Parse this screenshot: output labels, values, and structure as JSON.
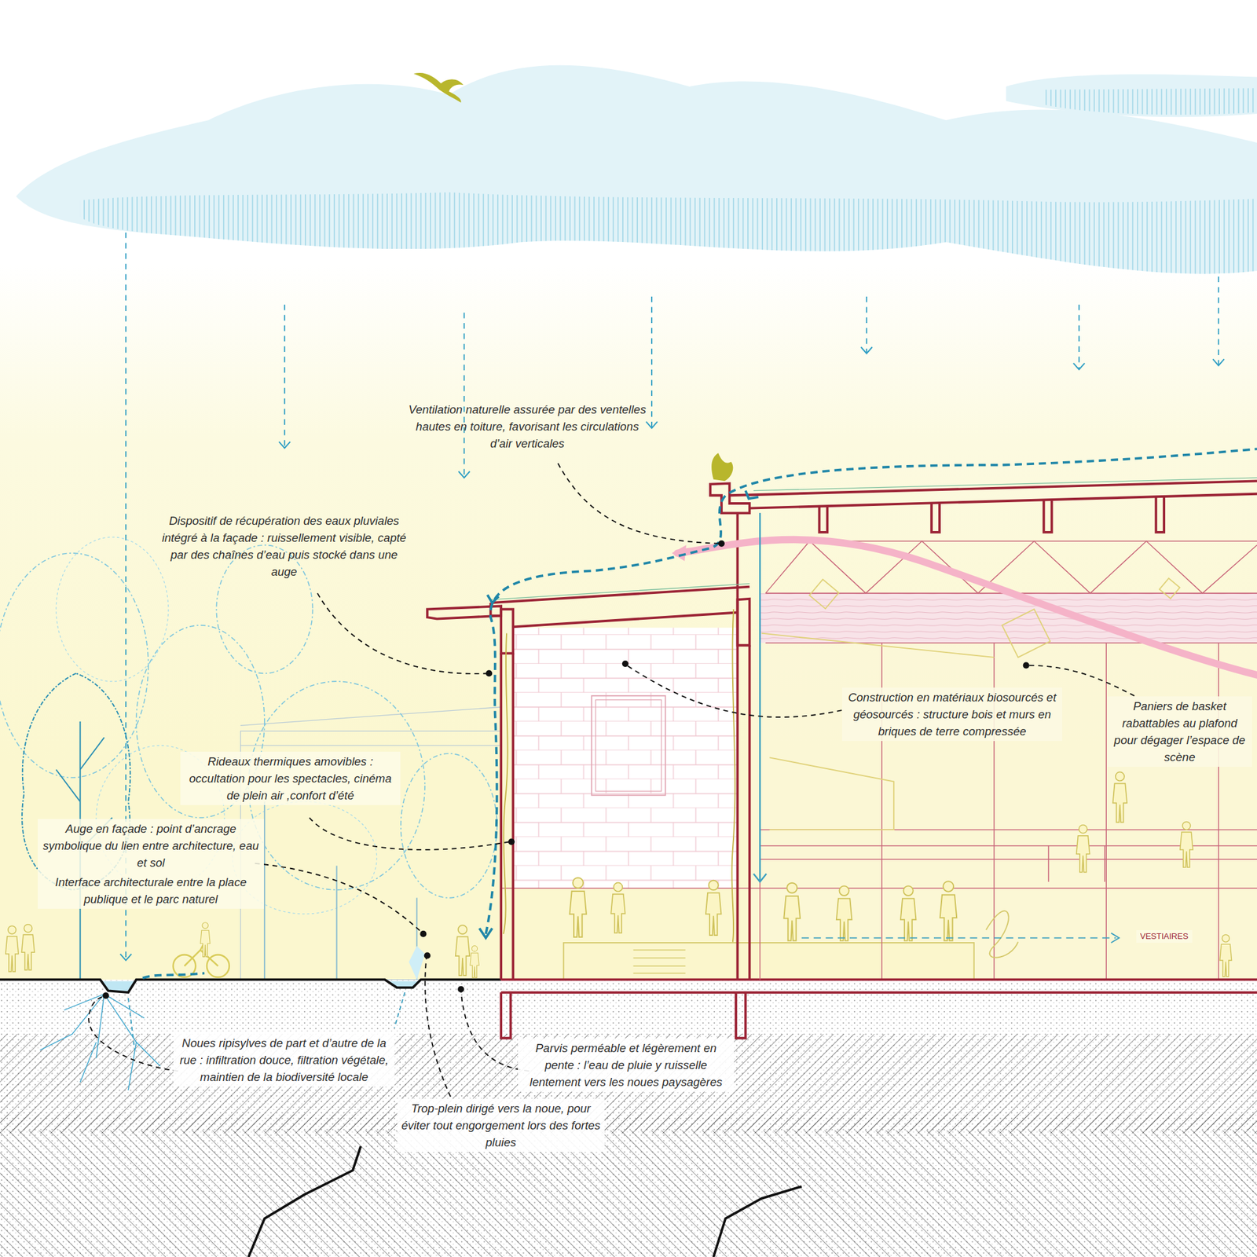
{
  "diagram": {
    "labels": [
      "Ventilation naturelle assurée par des ventelles hautes en toiture, favorisant les circulations d’air verticales",
      "Dispositif de récupération des eaux pluviales intégré à la façade : ruissellement visible, capté par des chaînes d’eau puis stocké dans une auge",
      "Construction en matériaux biosourcés et géosourcés : structure bois et murs en briques de terre compressée",
      "Paniers de basket rabattables au plafond pour dégager l’espace de scène",
      "Rideaux thermiques amovibles : occultation pour les spectacles, cinéma de plein air ,confort d’été",
      "Auge en façade : point d’ancrage symbolique du lien entre architecture, eau et sol",
      "Interface architecturale entre la place publique et le parc naturel",
      "Noues ripisylves de part et d’autre de la rue : infiltration douce, filtration végétale, maintien de la biodiversité locale",
      "Parvis perméable et légèrement en pente : l’eau de pluie y ruisselle lentement vers les noues paysagères",
      "Trop-plein dirigé vers la noue, pour éviter tout engorgement lors des fortes pluies",
      "VESTIAIRES"
    ]
  }
}
